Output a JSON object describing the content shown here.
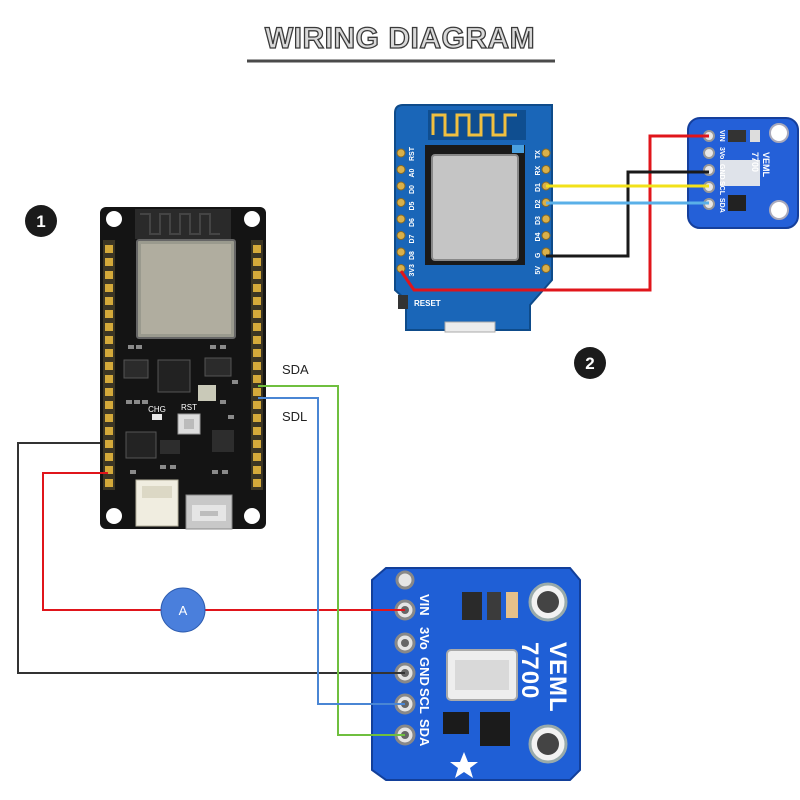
{
  "title": "WIRING DIAGRAM",
  "badges": {
    "one": "1",
    "two": "2"
  },
  "wire_labels": {
    "sda": "SDA",
    "sdl": "SDL"
  },
  "ammeter": {
    "label": "A"
  },
  "board1": {
    "chg_label": "CHG",
    "rst_label": "RST"
  },
  "board2": {
    "reset_label": "RESET",
    "pins_top": [
      "RST",
      "A0",
      "D0",
      "D5",
      "D6",
      "D7",
      "D8",
      "3V3"
    ],
    "pins_bottom": [
      "TX",
      "RX",
      "D1",
      "D2",
      "D3",
      "D4",
      "G",
      "5V"
    ]
  },
  "sensor_large": {
    "name_top": "VEML",
    "name_bottom": "7700",
    "pins": [
      "VIN",
      "3Vo",
      "GND",
      "SCL",
      "SDA"
    ]
  },
  "sensor_small": {
    "name_top": "VEML",
    "name_bottom": "7700",
    "pins": [
      "VIN",
      "3Vo",
      "GND",
      "SCL",
      "SDA"
    ]
  },
  "colors": {
    "power_wire": "#e0151b",
    "ground_wire": "#333333",
    "sda_wire_main": "#6fbf3f",
    "scl_wire_main": "#4a86d4",
    "sda_wire_small": "#f2e11a",
    "scl_wire_small": "#5ab0e8",
    "ground_wire_small": "#1a1a1a",
    "ammeter": "#4a7fdc",
    "sensor_board": "#1f5fd6",
    "d1mini_board": "#1a66b8",
    "esp32_board": "#161616"
  }
}
